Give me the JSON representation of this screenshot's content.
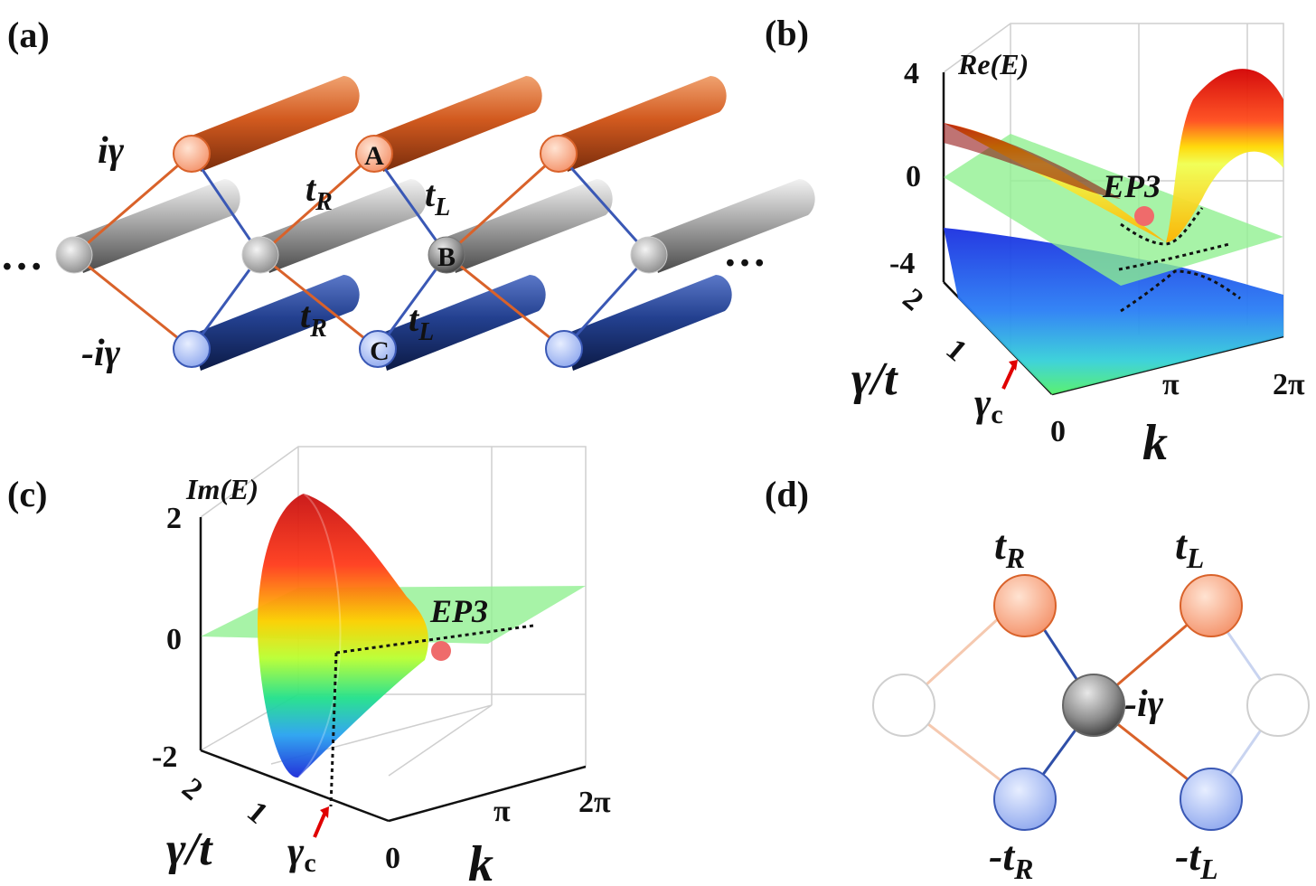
{
  "panels": {
    "a": {
      "label": "(a)",
      "gain": "iγ",
      "loss": "-iγ",
      "sites": {
        "A": "A",
        "B": "B",
        "C": "C"
      },
      "hop_tR": "t",
      "hop_tR_sub": "R",
      "hop_tL": "t",
      "hop_tL_sub": "L",
      "ellipsis": "…"
    },
    "b": {
      "label": "(b)",
      "zlabel": "Re(E)",
      "zticks": [
        "4",
        "0",
        "-4"
      ],
      "gamma_label": "γ/t",
      "gamma_ticks": [
        "2",
        "1"
      ],
      "gamma_c": "γ",
      "gamma_c_sub": "c",
      "k_label": "k",
      "k_ticks": [
        "0",
        "π",
        "2π"
      ],
      "ep": "EP3"
    },
    "c": {
      "label": "(c)",
      "zlabel": "Im(E)",
      "zticks": [
        "2",
        "0",
        "-2"
      ],
      "gamma_label": "γ/t",
      "gamma_ticks": [
        "2",
        "1"
      ],
      "gamma_c": "γ",
      "gamma_c_sub": "c",
      "k_label": "k",
      "k_ticks": [
        "0",
        "π",
        "2π"
      ],
      "ep": "EP3"
    },
    "d": {
      "label": "(d)",
      "tR": "t",
      "tR_sub": "R",
      "tL": "t",
      "tL_sub": "L",
      "mtR": "-t",
      "mtR_sub": "R",
      "mtL": "-t",
      "mtL_sub": "L",
      "center": "-iγ"
    }
  },
  "colors": {
    "orange": "#d9622a",
    "gray": "#9a9a9a",
    "blue": "#233f8f",
    "ep_dot": "#ef6b6b",
    "green_plane": "#8ef08e"
  }
}
